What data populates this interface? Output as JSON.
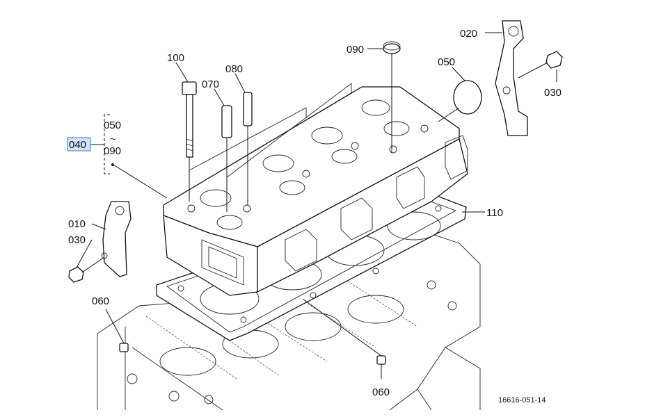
{
  "diagram": {
    "drawing_code": "16616-051-14",
    "callouts": {
      "c010": "010",
      "c020": "020",
      "c030_left": "030",
      "c030_right": "030",
      "c040": "040",
      "c050_range": "050",
      "c050_plug": "050",
      "c060_left": "060",
      "c060_bottom": "060",
      "c070": "070",
      "c080": "080",
      "c090_range": "090",
      "c090_cap": "090",
      "c100": "100",
      "c110": "110",
      "range_symbol": "~"
    },
    "highlighted_callout": "040",
    "highlight_color": "#cfe3f7"
  }
}
